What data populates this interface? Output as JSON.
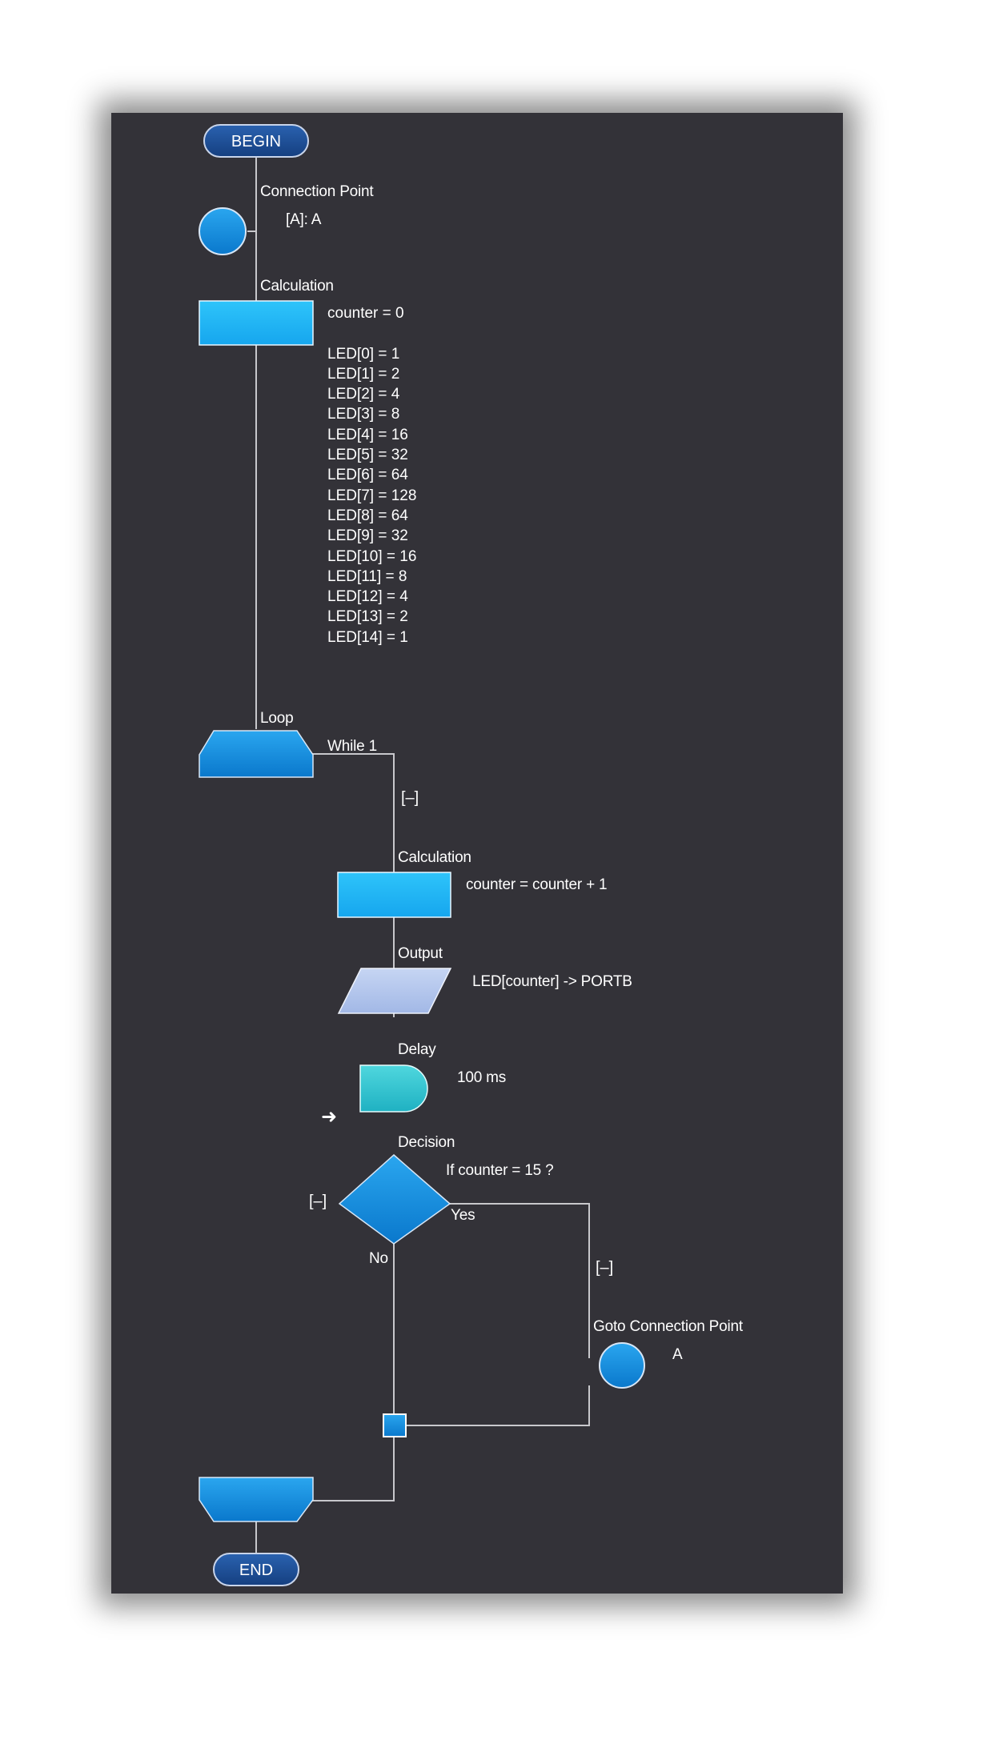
{
  "flowchart": {
    "begin_label": "BEGIN",
    "end_label": "END",
    "connection_point": {
      "title": "Connection Point",
      "detail": "[A]: A"
    },
    "calc1": {
      "title": "Calculation",
      "lines": [
        "counter = 0",
        "",
        "LED[0] = 1",
        "LED[1] = 2",
        "LED[2] = 4",
        "LED[3] = 8",
        "LED[4] = 16",
        "LED[5] = 32",
        "LED[6] = 64",
        "LED[7] = 128",
        "LED[8] = 64",
        "LED[9] = 32",
        "LED[10] = 16",
        "LED[11] = 8",
        "LED[12] = 4",
        "LED[13] = 2",
        "LED[14] = 1"
      ]
    },
    "loop": {
      "title": "Loop",
      "condition": "While 1",
      "collapse": "[–]"
    },
    "calc2": {
      "title": "Calculation",
      "expression": "counter = counter + 1"
    },
    "output": {
      "title": "Output",
      "expression": "LED[counter] -> PORTB"
    },
    "delay": {
      "title": "Delay",
      "expression": "100 ms"
    },
    "decision": {
      "title": "Decision",
      "condition": "If  counter = 15 ?",
      "yes_label": "Yes",
      "no_label": "No",
      "collapse_left": "[–]",
      "collapse_right": "[–]"
    },
    "goto": {
      "title": "Goto Connection Point",
      "target": "A"
    },
    "execution_marker": "➜"
  },
  "colors": {
    "background": "#333238",
    "line": "#c8c8cc",
    "terminal": "#1f4f96",
    "calc_fill": "#27b4f5",
    "icon_blue": "#0d8be0",
    "output_fill": "#b8ccef",
    "delay_fill": "#2cc6d2"
  }
}
